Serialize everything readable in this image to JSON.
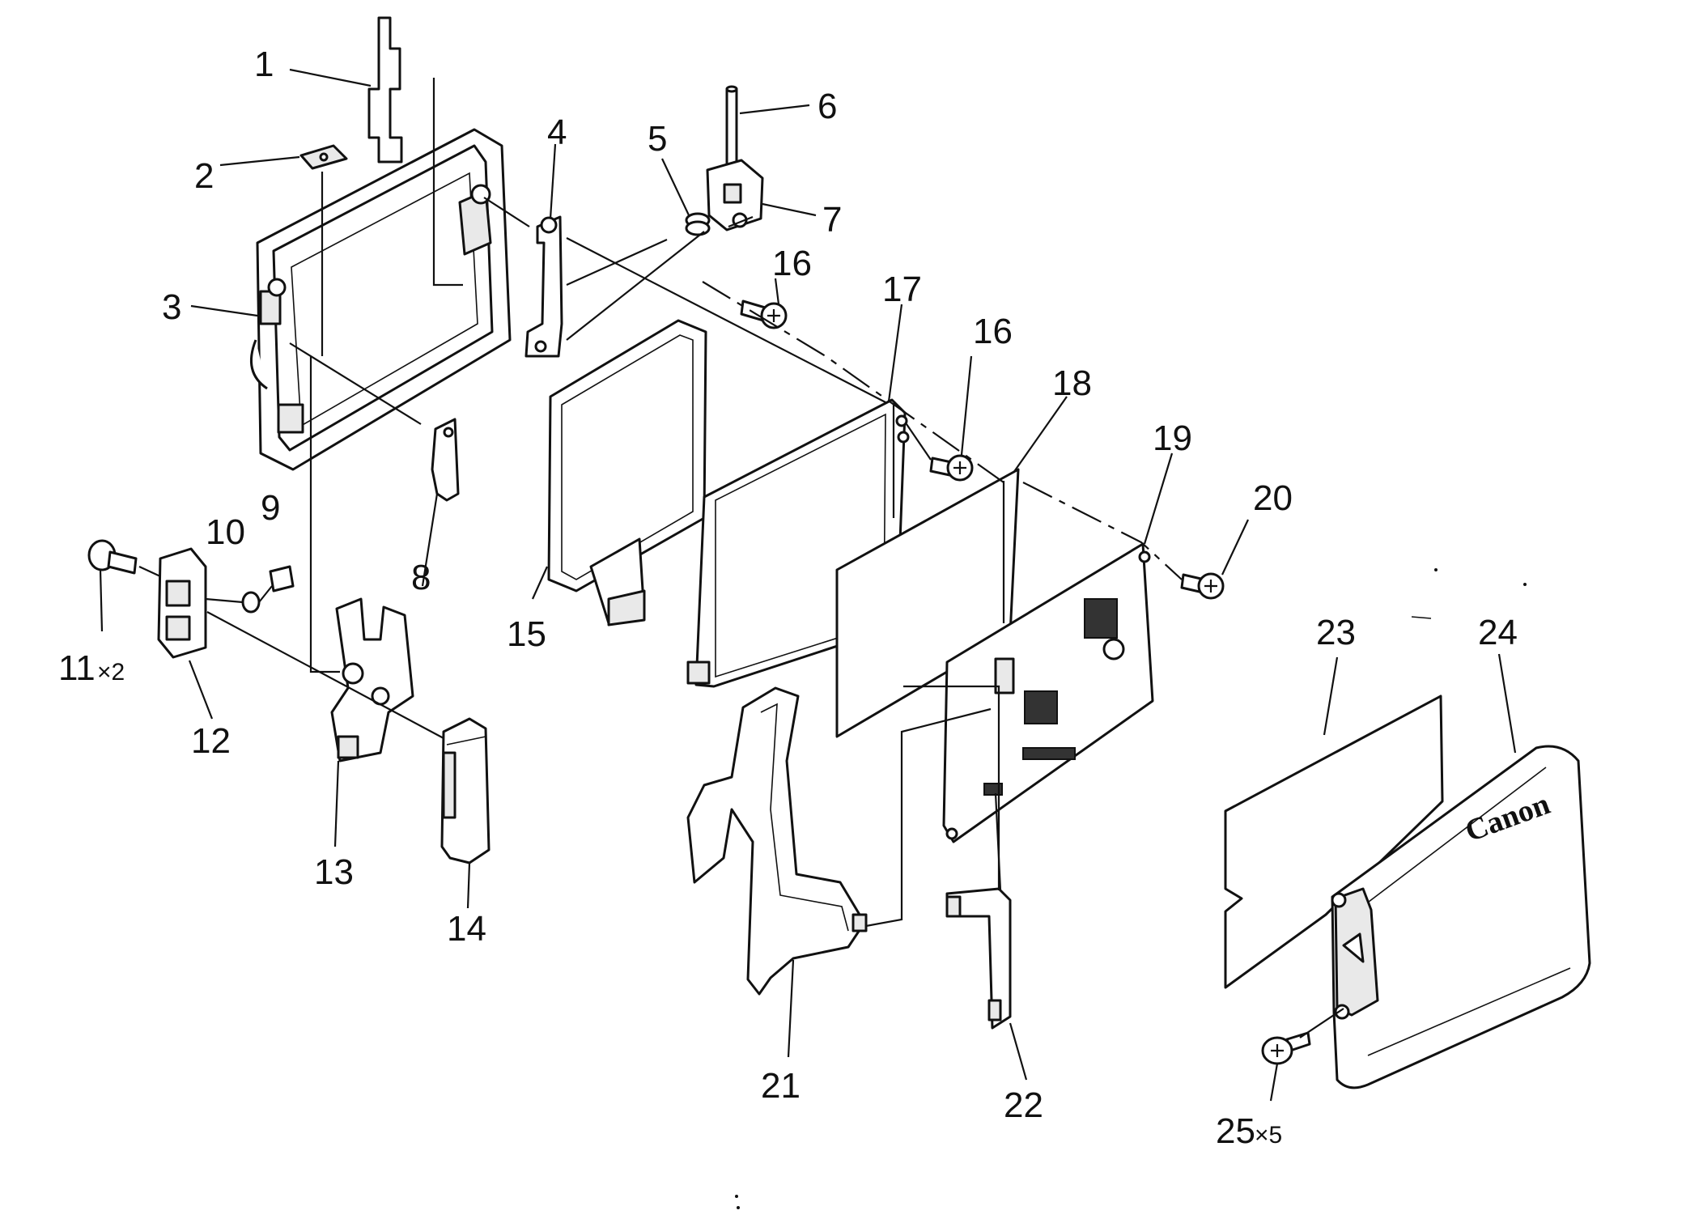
{
  "labels": {
    "p1": "1",
    "p2": "2",
    "p3": "3",
    "p4": "4",
    "p5": "5",
    "p6": "6",
    "p7": "7",
    "p8": "8",
    "p9": "9",
    "p10": "10",
    "p11": "11",
    "p11_qty": "×2",
    "p12": "12",
    "p13": "13",
    "p14": "14",
    "p15": "15",
    "p16a": "16",
    "p16b": "16",
    "p17": "17",
    "p18": "18",
    "p19": "19",
    "p20": "20",
    "p21": "21",
    "p22": "22",
    "p23": "23",
    "p24": "24",
    "p25": "25",
    "p25_qty": "×5"
  },
  "brand_text": "Canon"
}
